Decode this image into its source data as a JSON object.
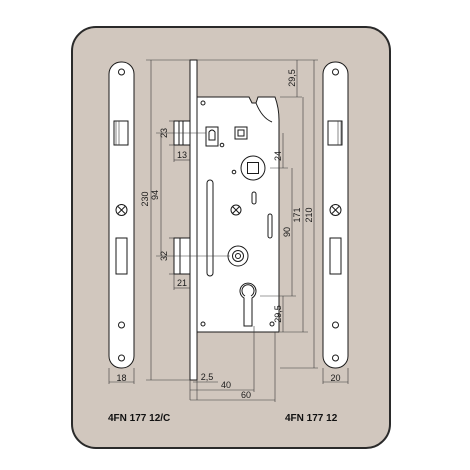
{
  "colors": {
    "panel": "#d1c7be",
    "panel_border": "#2a2a2a",
    "part_fill": "#ffffff",
    "line": "#1a1a1a",
    "dim_line": "#3a3a3a"
  },
  "models": {
    "left": "4FN 177 12/C",
    "right": "4FN 177 12"
  },
  "dimensions": {
    "d230": "230",
    "d94": "94",
    "d23": "23",
    "d13": "13",
    "d32": "32",
    "d21": "21",
    "d18": "18",
    "d29_5_top": "29,5",
    "d24": "24",
    "d171": "171",
    "d90": "90",
    "d210": "210",
    "d29_5_bottom": "29,5",
    "d2_5": "2,5",
    "d40": "40",
    "d60": "60",
    "d20": "20"
  }
}
